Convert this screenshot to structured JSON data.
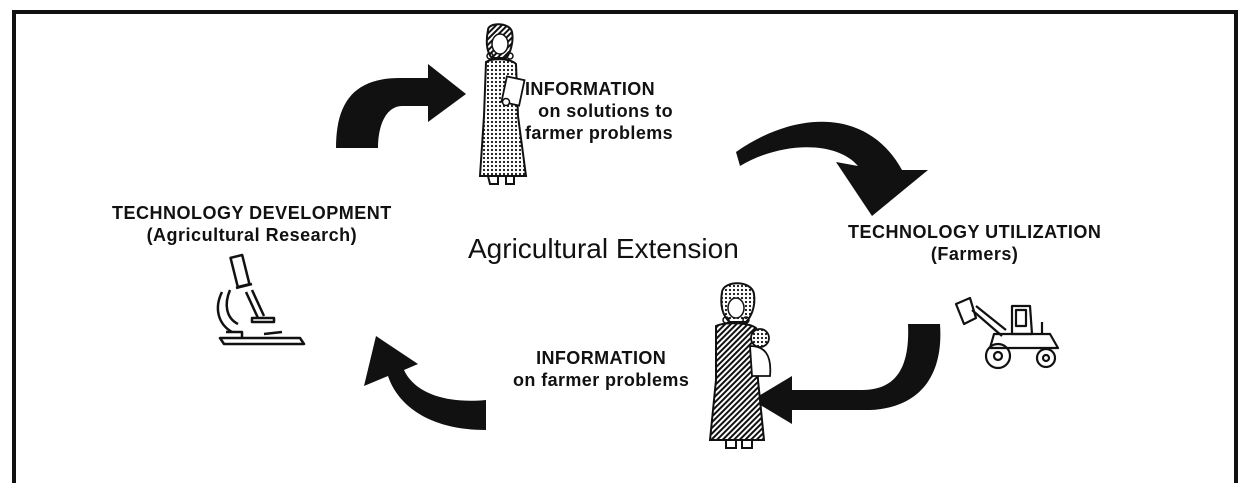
{
  "diagram": {
    "title": "Agricultural Extension",
    "nodes": [
      {
        "id": "information-solutions",
        "lines": [
          "INFORMATION",
          "on solutions to",
          "farmer problems"
        ]
      },
      {
        "id": "technology-development",
        "lines": [
          "TECHNOLOGY DEVELOPMENT",
          "(Agricultural Research)"
        ]
      },
      {
        "id": "technology-utilization",
        "lines": [
          "TECHNOLOGY UTILIZATION",
          "(Farmers)"
        ]
      },
      {
        "id": "information-problems",
        "lines": [
          "INFORMATION",
          "on farmer problems"
        ]
      }
    ],
    "edges": [
      {
        "from": "technology-development",
        "to": "information-solutions"
      },
      {
        "from": "information-solutions",
        "to": "technology-utilization"
      },
      {
        "from": "technology-utilization",
        "to": "information-problems"
      },
      {
        "from": "information-problems",
        "to": "technology-development"
      }
    ],
    "icons": [
      {
        "node": "information-solutions",
        "icon": "extension-agent-with-paper-icon"
      },
      {
        "node": "technology-development",
        "icon": "microscope-icon"
      },
      {
        "node": "technology-utilization",
        "icon": "tractor-loader-icon"
      },
      {
        "node": "information-problems",
        "icon": "farmer-woman-with-baby-icon"
      }
    ],
    "colors": {
      "ink": "#111111",
      "background": "#ffffff"
    }
  }
}
